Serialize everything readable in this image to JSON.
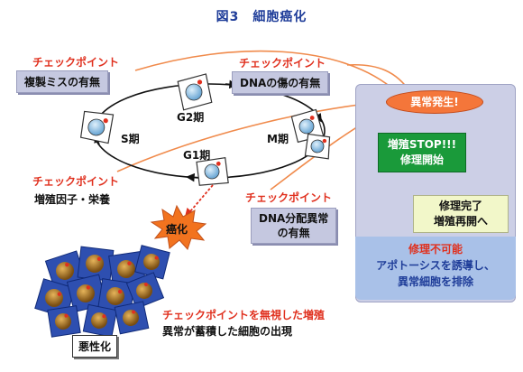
{
  "title": "図3　細胞癌化",
  "checkpoints": {
    "label": "チェックポイント",
    "replication": "複製ミスの有無",
    "dna_damage": "DNAの傷の有無",
    "growth_factor": "増殖因子・栄養",
    "dna_division_line1": "DNA分配異常",
    "dna_division_line2": "の有無"
  },
  "phases": {
    "s": "S期",
    "g2": "G2期",
    "m": "M期",
    "g1": "G1期"
  },
  "cancer": {
    "label": "癌化",
    "malignant": "悪性化",
    "ignore_red": "チェックポイントを無視した増殖",
    "ignore_black": "異常が蓄積した細胞の出現"
  },
  "response": {
    "abnormal": "異常発生!",
    "stop_line1": "増殖STOP!!!",
    "stop_line2": "修理開始",
    "fixed_line1": "修理完了",
    "fixed_line2": "増殖再開へ",
    "impossible_title": "修理不可能",
    "impossible_line1": "アポトーシスを誘導し、",
    "impossible_line2": "異常細胞を排除"
  },
  "colors": {
    "title": "#1f3d99",
    "checkpoint": "#e0301e",
    "arc": "#f08a4b",
    "cell_fill": "#ffffff",
    "nucleus": "#8fc3e8",
    "stop": "#1a9a3a",
    "tumor_cell": "#2e4fb0",
    "tumor_nucleus": "#b07a22"
  }
}
